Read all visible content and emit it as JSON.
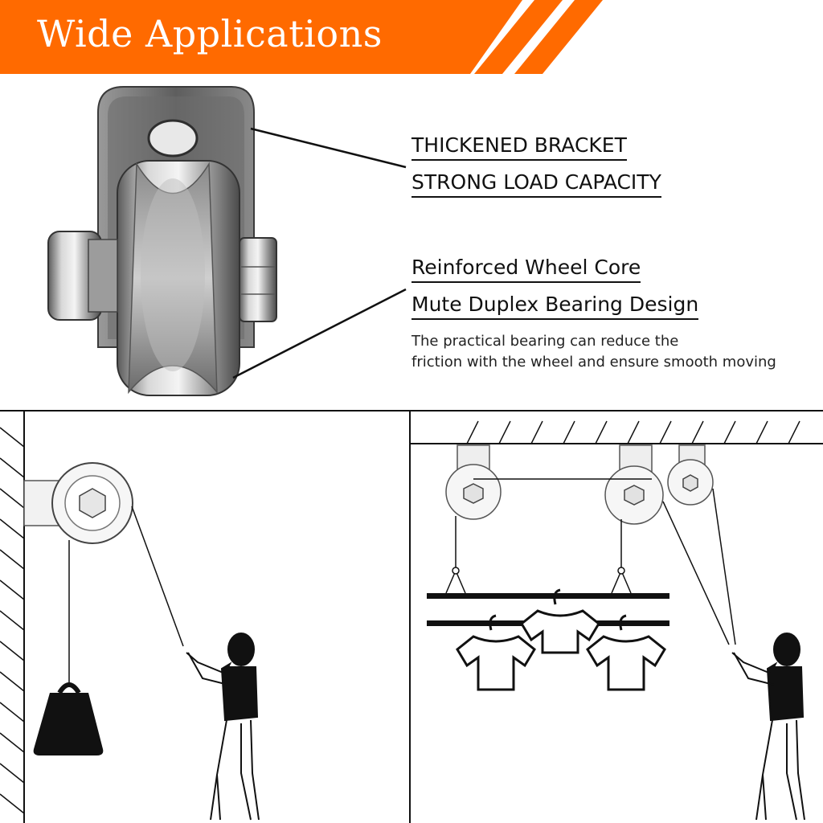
{
  "banner": {
    "title": "Wide Applications",
    "color": "#FF6A00"
  },
  "features": {
    "bracket_line1": "THICKENED BRACKET",
    "bracket_line2": "STRONG LOAD CAPACITY",
    "wheel_line1": "Reinforced Wheel Core",
    "wheel_line2": "Mute Duplex Bearing Design",
    "description_line1": "The practical bearing can reduce the",
    "description_line2": "friction with the wheel and ensure smooth moving"
  },
  "illustrations": {
    "left": "wall-mounted pulley lifting a weight",
    "right": "ceiling pulleys raising a clothes drying rack"
  }
}
